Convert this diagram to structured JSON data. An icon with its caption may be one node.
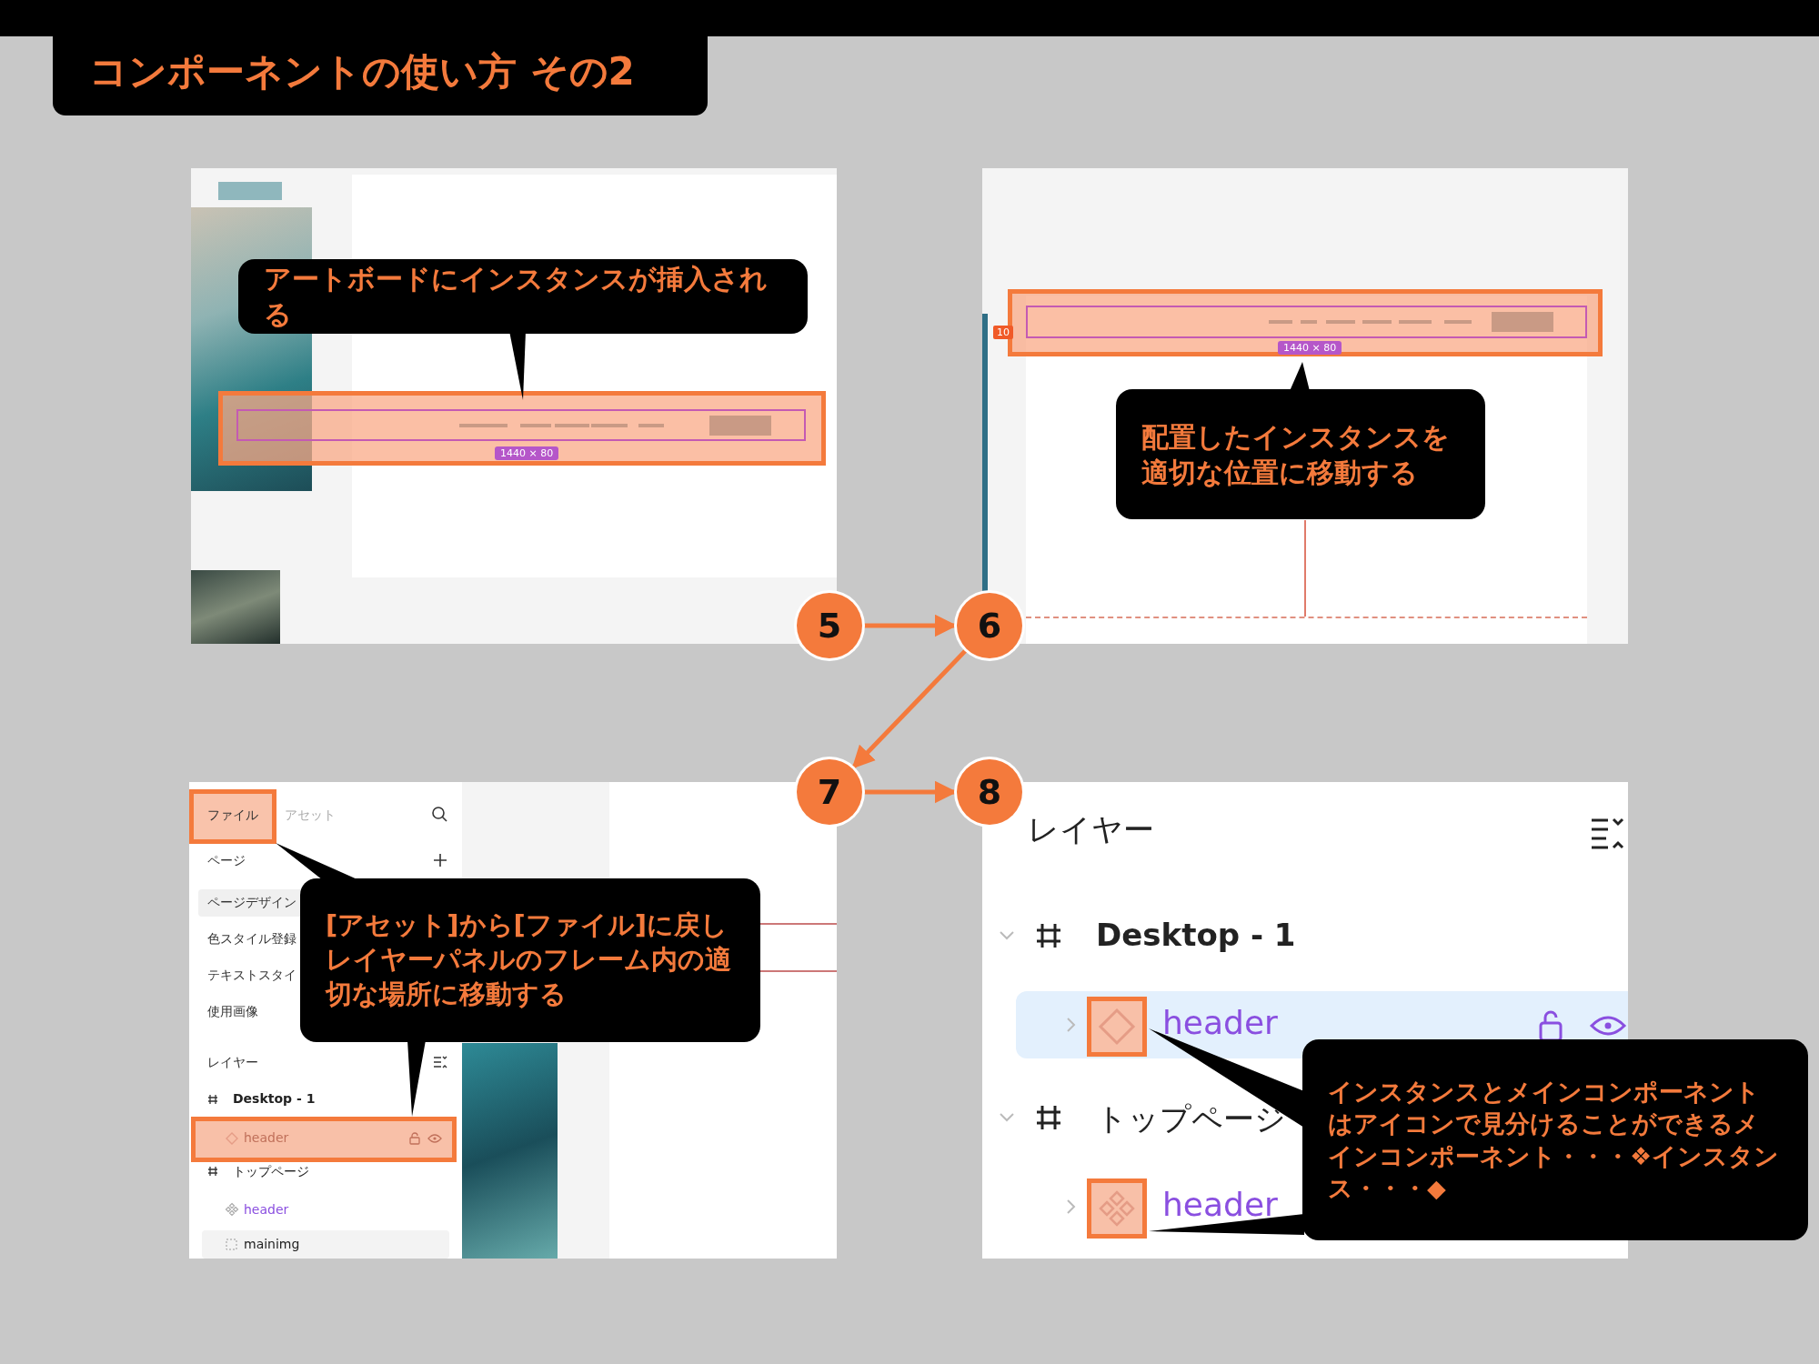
{
  "diagram": {
    "title": "コンポーネントの使い方 その2",
    "nodes": [
      {
        "text": [
          "5"
        ]
      },
      {
        "text": [
          "6"
        ]
      },
      {
        "text": [
          "7"
        ]
      },
      {
        "text": [
          "8"
        ]
      },
      {
        "text": [
          "アートボードにインスタンスが挿入される"
        ]
      },
      {
        "text": [
          "配置したインスタンスを適切な位置に移動する"
        ]
      },
      {
        "text": [
          "[アセット]から[ファイル]に戻しレイヤーパネルのフレーム内の適切な場所に移動する"
        ]
      },
      {
        "text": [
          "インスタンスとメインコンポーネントはアイコンで見分けることができるメインコンポーネント・・・❖インスタンス・・・◆"
        ]
      }
    ],
    "edges": [
      {
        "from": 0,
        "to": 1,
        "arrow": "to"
      },
      {
        "from": 1,
        "to": 2,
        "arrow": "to"
      },
      {
        "from": 2,
        "to": 3,
        "arrow": "to"
      }
    ],
    "labels": [
      "1440 × 80",
      "10",
      "1440 × 80",
      "ファイル",
      "アセット",
      "ページ",
      "ページデザイン",
      "色スタイル登録",
      "テキストスタイ",
      "使用画像",
      "レイヤー",
      "Desktop - 1",
      "header",
      "トップページ",
      "header",
      "mainimg",
      "レイヤー",
      "Desktop - 1",
      "header",
      "トップページ",
      "header"
    ]
  }
}
